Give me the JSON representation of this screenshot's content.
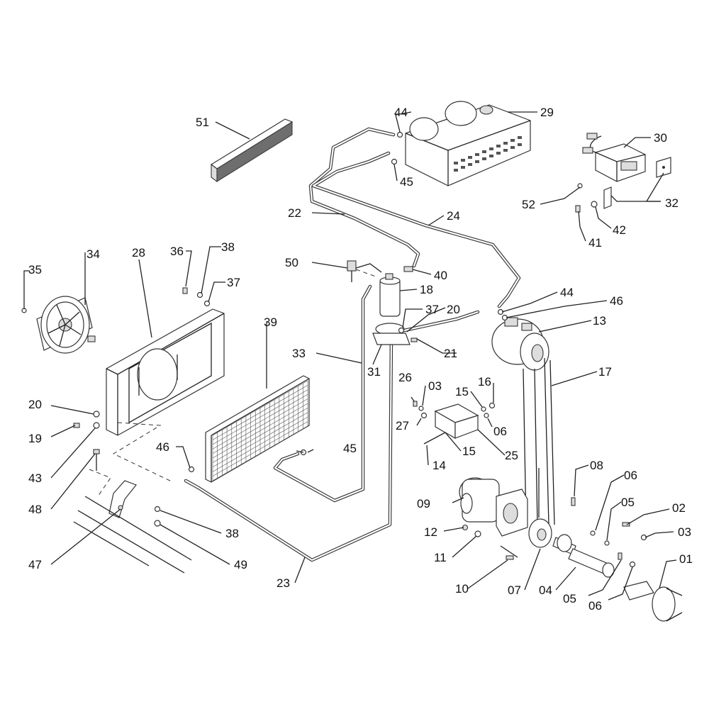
{
  "labels": {
    "p01": "01",
    "p02": "02",
    "p03a": "03",
    "p03b": "03",
    "p04": "04",
    "p05a": "05",
    "p05b": "05",
    "p06a": "06",
    "p06b": "06",
    "p06c": "06",
    "p07": "07",
    "p08": "08",
    "p09": "09",
    "p10": "10",
    "p11": "11",
    "p12": "12",
    "p13": "13",
    "p14": "14",
    "p15a": "15",
    "p15b": "15",
    "p16": "16",
    "p17": "17",
    "p18": "18",
    "p19": "19",
    "p20a": "20",
    "p20b": "20",
    "p21": "21",
    "p22": "22",
    "p23": "23",
    "p24": "24",
    "p25": "25",
    "p26": "26",
    "p27": "27",
    "p28": "28",
    "p29": "29",
    "p30": "30",
    "p31": "31",
    "p32": "32",
    "p33": "33",
    "p34": "34",
    "p35": "35",
    "p36": "36",
    "p37a": "37",
    "p37b": "37",
    "p38a": "38",
    "p38b": "38",
    "p39": "39",
    "p40": "40",
    "p41": "41",
    "p42": "42",
    "p43": "43",
    "p44a": "44",
    "p44b": "44",
    "p45a": "45",
    "p45b": "45",
    "p46a": "46",
    "p46b": "46",
    "p47": "47",
    "p48": "48",
    "p49": "49",
    "p50": "50",
    "p51": "51",
    "p52": "52"
  },
  "colors": {
    "ink": "#222222",
    "background": "#ffffff"
  }
}
